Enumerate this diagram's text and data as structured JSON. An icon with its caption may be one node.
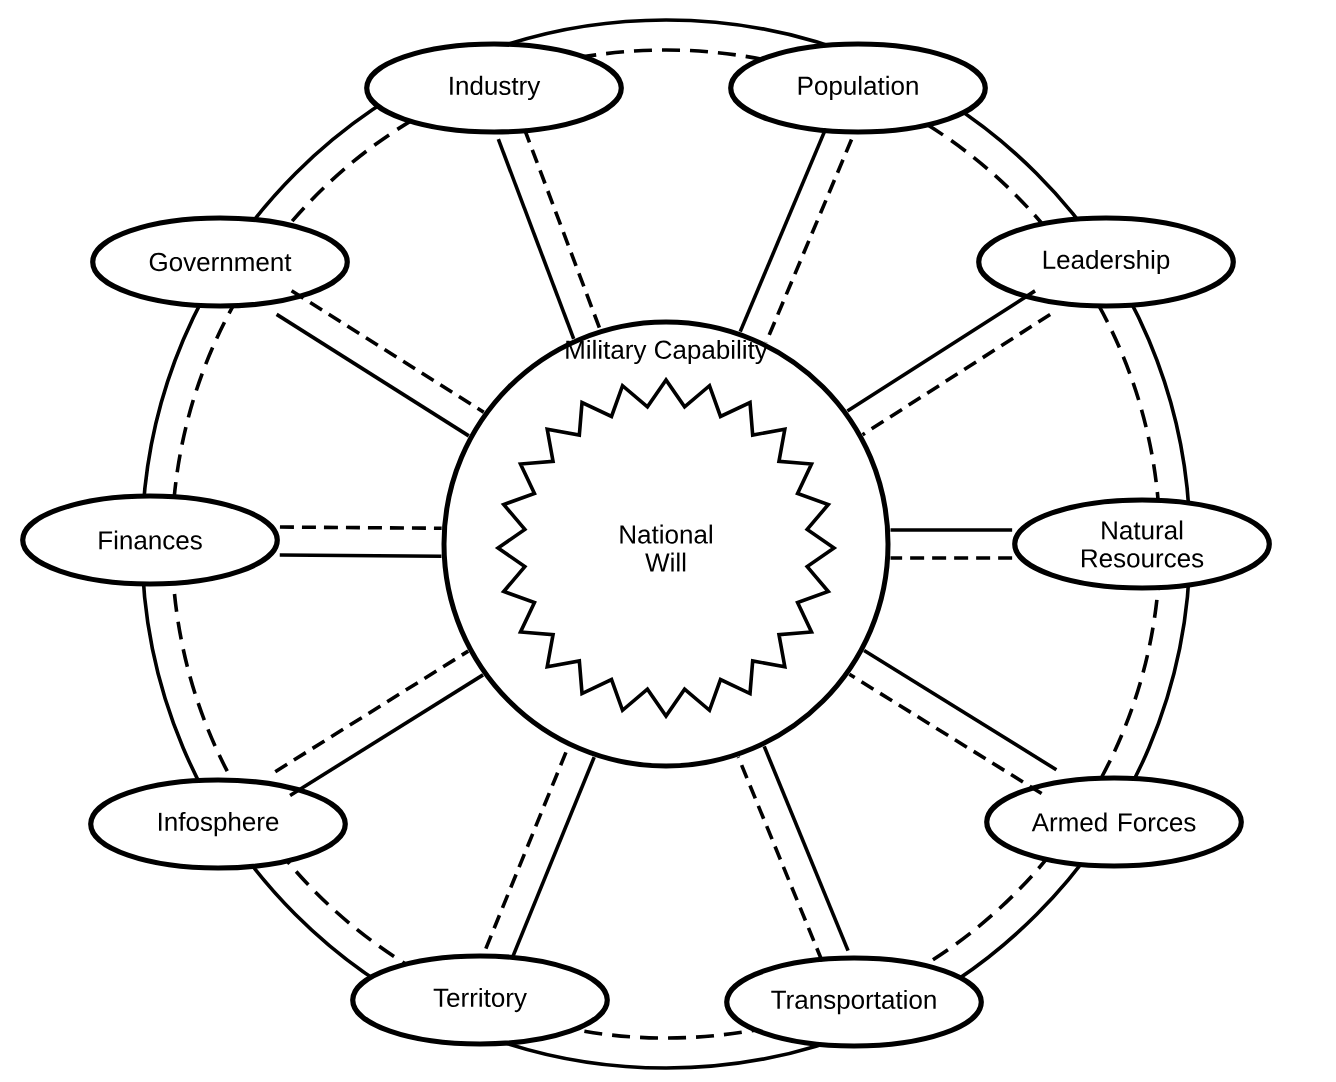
{
  "diagram": {
    "nodes": [
      {
        "text": [
          "Military Capability"
        ]
      },
      {
        "text": [
          "National Will"
        ],
        "in": 0
      },
      {
        "text": [
          "Industry"
        ]
      },
      {
        "text": [
          "Population"
        ]
      },
      {
        "text": [
          "Government"
        ]
      },
      {
        "text": [
          "Leadership"
        ]
      },
      {
        "text": [
          "Finances"
        ]
      },
      {
        "text": [
          "Natural Resources"
        ]
      },
      {
        "text": [
          "Infosphere"
        ]
      },
      {
        "text": [
          "Armed Forces"
        ]
      },
      {
        "text": [
          "Territory"
        ]
      },
      {
        "text": [
          "Transportation"
        ]
      }
    ],
    "edges": [
      {
        "from": 2,
        "to": 0,
        "arrow": "none"
      },
      {
        "from": 2,
        "to": 0,
        "arrow": "none",
        "style": "dashed"
      },
      {
        "from": 3,
        "to": 0,
        "arrow": "none"
      },
      {
        "from": 3,
        "to": 0,
        "arrow": "none",
        "style": "dashed"
      },
      {
        "from": 4,
        "to": 0,
        "arrow": "none"
      },
      {
        "from": 4,
        "to": 0,
        "arrow": "none",
        "style": "dashed"
      },
      {
        "from": 5,
        "to": 0,
        "arrow": "none"
      },
      {
        "from": 5,
        "to": 0,
        "arrow": "none",
        "style": "dashed"
      },
      {
        "from": 6,
        "to": 0,
        "arrow": "none"
      },
      {
        "from": 6,
        "to": 0,
        "arrow": "none",
        "style": "dashed"
      },
      {
        "from": 7,
        "to": 0,
        "arrow": "none"
      },
      {
        "from": 7,
        "to": 0,
        "arrow": "none",
        "style": "dashed"
      },
      {
        "from": 8,
        "to": 0,
        "arrow": "none"
      },
      {
        "from": 8,
        "to": 0,
        "arrow": "none",
        "style": "dashed"
      },
      {
        "from": 9,
        "to": 0,
        "arrow": "none"
      },
      {
        "from": 9,
        "to": 0,
        "arrow": "none",
        "style": "dashed"
      },
      {
        "from": 10,
        "to": 0,
        "arrow": "none"
      },
      {
        "from": 10,
        "to": 0,
        "arrow": "none",
        "style": "dashed"
      },
      {
        "from": 11,
        "to": 0,
        "arrow": "none"
      },
      {
        "from": 11,
        "to": 0,
        "arrow": "none",
        "style": "dashed"
      }
    ]
  }
}
